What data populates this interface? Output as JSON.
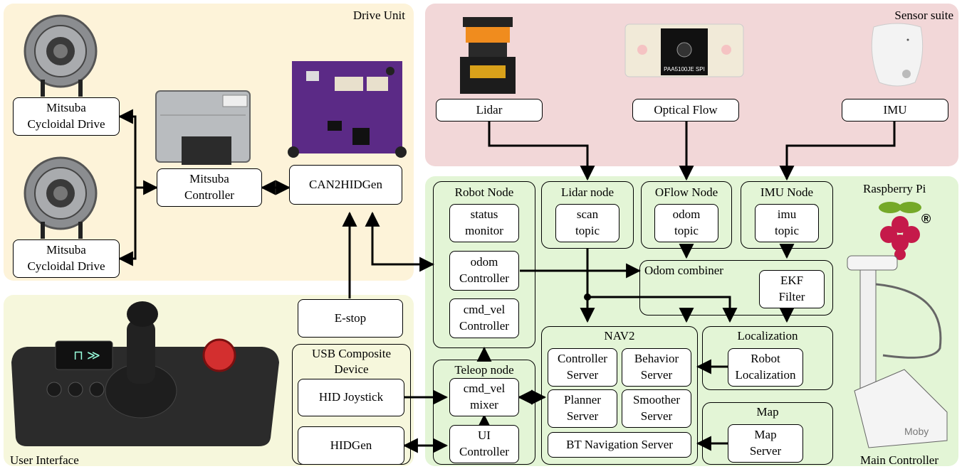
{
  "regions": {
    "drive_unit": "Drive Unit",
    "sensor_suite": "Sensor suite",
    "user_interface": "User Interface",
    "raspberry_pi": "Raspberry Pi",
    "main_controller": "Main Controller"
  },
  "drive": {
    "cycloidal_top": "Mitsuba\nCycloidal Drive",
    "cycloidal_bottom": "Mitsuba\nCycloidal Drive",
    "controller": "Mitsuba\nController",
    "can2hidgen": "CAN2HIDGen"
  },
  "sensors": {
    "lidar": "Lidar",
    "optical_flow": "Optical Flow",
    "imu": "IMU"
  },
  "ui": {
    "estop": "E-stop",
    "usb_composite": "USB Composite\nDevice",
    "hid_joystick": "HID Joystick",
    "hidgen": "HIDGen"
  },
  "robot_node": {
    "title": "Robot Node",
    "status_monitor": "status\nmonitor",
    "odom_controller": "odom\nController",
    "cmd_vel_controller": "cmd_vel\nController"
  },
  "lidar_node": {
    "title": "Lidar node",
    "topic": "scan\ntopic"
  },
  "oflow_node": {
    "title": "OFlow Node",
    "topic": "odom\ntopic"
  },
  "imu_node": {
    "title": "IMU Node",
    "topic": "imu\ntopic"
  },
  "odom_combiner": {
    "title": "Odom combiner",
    "ekf": "EKF\nFilter"
  },
  "teleop": {
    "title": "Teleop node",
    "mixer": "cmd_vel\nmixer",
    "ui_controller": "UI\nController"
  },
  "nav2": {
    "title": "NAV2",
    "controller_server": "Controller\nServer",
    "behavior_server": "Behavior\nServer",
    "planner_server": "Planner\nServer",
    "smoother_server": "Smoother\nServer",
    "bt_navigation": "BT Navigation Server"
  },
  "localization": {
    "title": "Localization",
    "robot_localization": "Robot\nLocalization"
  },
  "map": {
    "title": "Map",
    "map_server": "Map\nServer"
  },
  "images": {
    "motor_top": "motor",
    "motor_bottom": "motor",
    "controller_box": "controller",
    "pcb": "pcb",
    "lidar_sensor": "lidar",
    "flow_sensor_text": "PAA5100JE SPI",
    "imu_puck": "imu",
    "joystick_box": "joystick",
    "robot_sketch_text": "Moby"
  },
  "colors": {
    "drive_bg": "#fdf3d9",
    "sensor_bg": "#f2d7d8",
    "ui_bg": "#f6f7dc",
    "main_bg": "#e3f5d6",
    "pcb": "#5b2a86",
    "raspberry": "#c51a4a",
    "leaf": "#75a928"
  }
}
